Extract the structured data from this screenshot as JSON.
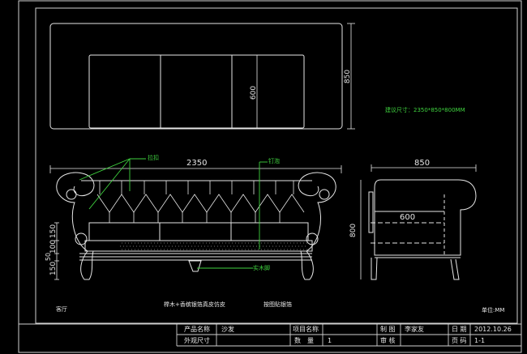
{
  "drawing": {
    "background": "#000000",
    "line_color": "#e6e6e6",
    "annotation_color": "#3fd23f",
    "top_view": {
      "dim_height_outer": "850",
      "dim_height_inner": "600"
    },
    "front_view": {
      "dim_width": "2350",
      "callout_tufting": "拉扣",
      "callout_nailhead": "钉泡",
      "callout_leg": "实木脚",
      "dim_left": [
        "150",
        "100",
        "50",
        "150"
      ],
      "dim_height": "800"
    },
    "side_view": {
      "dim_width": "850",
      "dim_seat": "600"
    },
    "suggested_size": "建议尺寸：2350*850*800MM",
    "material_note": "榉木+香槟银箔真皮仿皮",
    "finish_note": "按图贴银箔",
    "room_label": "客厅",
    "unit_label": "单位:MM"
  },
  "title_block": {
    "product_name_label": "产品名称",
    "product_name_value": "沙发",
    "size_label": "外观尺寸",
    "size_value": "",
    "project_label": "项目名称",
    "project_value": "",
    "quantity_label": "数　量",
    "quantity_value": "1",
    "drawn_by_label": "制 图",
    "drawn_by_value": "李家友",
    "checked_label": "审 核",
    "checked_value": "",
    "date_label": "日 期",
    "date_value": "2012.10.26",
    "page_label": "页 码",
    "page_value": "1-1"
  }
}
